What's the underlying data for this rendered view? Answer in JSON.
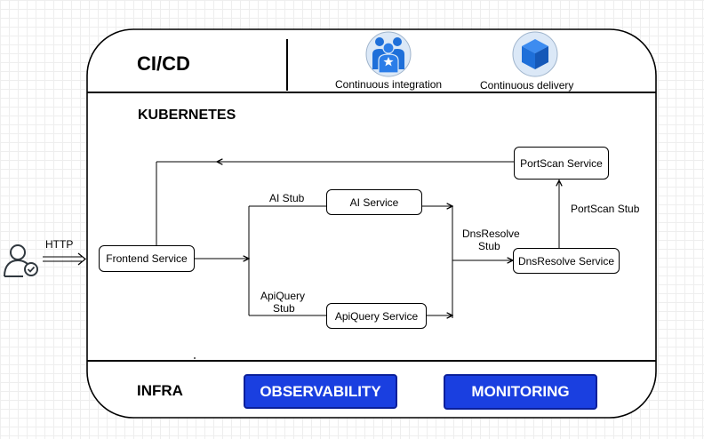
{
  "cicd": {
    "title": "CI/CD",
    "integration_label": "Continuous integration",
    "delivery_label": "Continuous delivery",
    "integration_icon": "team-icon",
    "delivery_icon": "cube-icon"
  },
  "kubernetes": {
    "title": "KUBERNETES",
    "services": {
      "frontend": "Frontend Service",
      "ai": "AI Service",
      "apiquery": "ApiQuery Service",
      "dnsresolve": "DnsResolve Service",
      "portscan": "PortScan Service"
    },
    "edge_labels": {
      "ai_stub": "AI Stub",
      "apiquery_stub_1": "ApiQuery",
      "apiquery_stub_2": "Stub",
      "dnsresolve_stub_1": "DnsResolve",
      "dnsresolve_stub_2": "Stub",
      "portscan_stub": "PortScan Stub"
    }
  },
  "client": {
    "http_label": "HTTP",
    "icon": "user-check-icon"
  },
  "infra": {
    "title": "INFRA",
    "observability_label": "OBSERVABILITY",
    "monitoring_label": "MONITORING"
  },
  "colors": {
    "accent_blue": "#1a3fe0",
    "icon_blue": "#1e6fd9",
    "icon_bg": "#dbe8f7"
  }
}
